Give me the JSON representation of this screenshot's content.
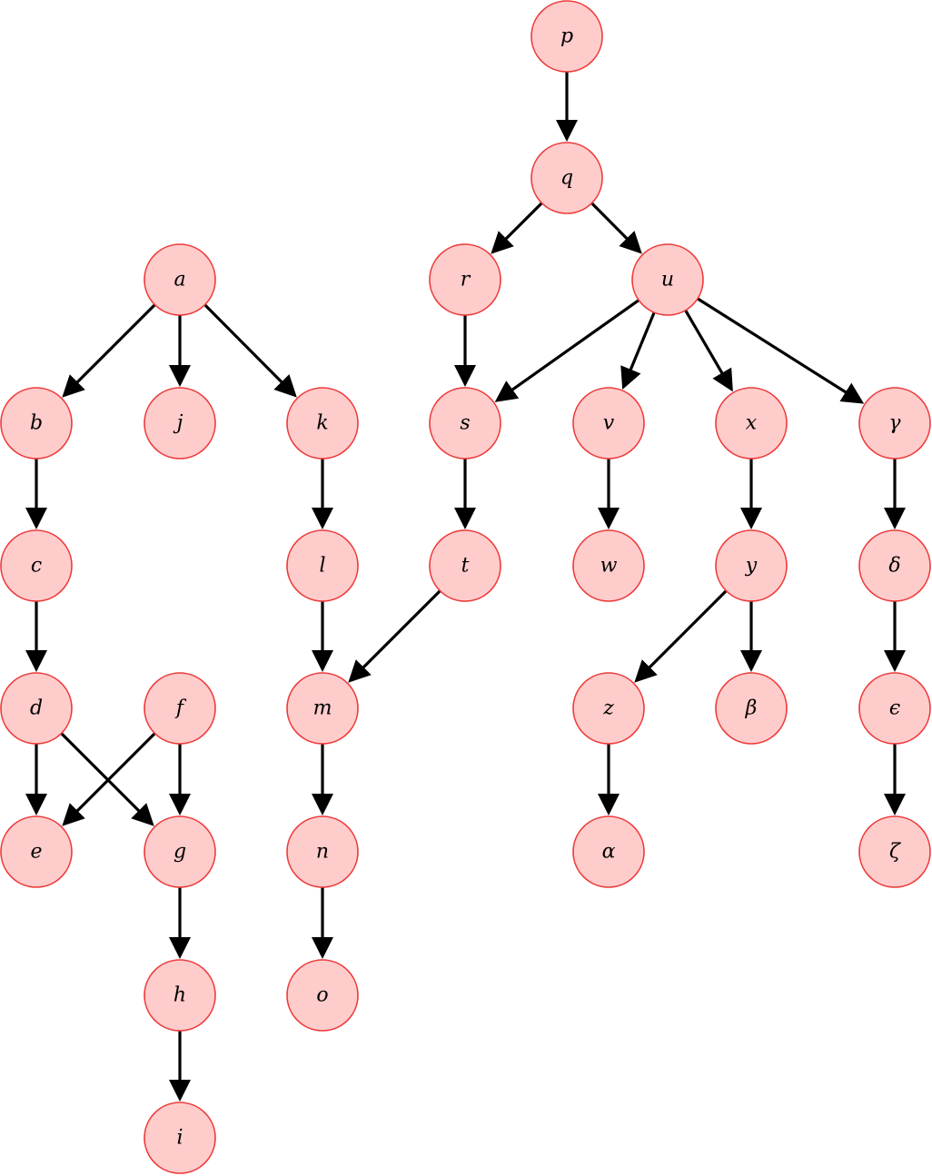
{
  "colors": {
    "node_fill": "#ffcccc",
    "node_stroke": "#ee3a3a",
    "edge": "#000000",
    "background": "#ffffff"
  },
  "nodes": [
    {
      "id": "p",
      "label": "p"
    },
    {
      "id": "q",
      "label": "q"
    },
    {
      "id": "r",
      "label": "r"
    },
    {
      "id": "u",
      "label": "u"
    },
    {
      "id": "a",
      "label": "a"
    },
    {
      "id": "b",
      "label": "b"
    },
    {
      "id": "j",
      "label": "j"
    },
    {
      "id": "k",
      "label": "k"
    },
    {
      "id": "s",
      "label": "s"
    },
    {
      "id": "v",
      "label": "v"
    },
    {
      "id": "x",
      "label": "x"
    },
    {
      "id": "gamma",
      "label": "γ"
    },
    {
      "id": "c",
      "label": "c"
    },
    {
      "id": "l",
      "label": "l"
    },
    {
      "id": "t",
      "label": "t"
    },
    {
      "id": "w",
      "label": "w"
    },
    {
      "id": "y",
      "label": "y"
    },
    {
      "id": "delta",
      "label": "δ"
    },
    {
      "id": "d",
      "label": "d"
    },
    {
      "id": "f",
      "label": "f"
    },
    {
      "id": "m",
      "label": "m"
    },
    {
      "id": "z",
      "label": "z"
    },
    {
      "id": "beta",
      "label": "β"
    },
    {
      "id": "epsilon",
      "label": "ϵ"
    },
    {
      "id": "e",
      "label": "e"
    },
    {
      "id": "g",
      "label": "g"
    },
    {
      "id": "n",
      "label": "n"
    },
    {
      "id": "alpha",
      "label": "α"
    },
    {
      "id": "zeta",
      "label": "ζ"
    },
    {
      "id": "h",
      "label": "h"
    },
    {
      "id": "o",
      "label": "o"
    },
    {
      "id": "i",
      "label": "i"
    }
  ],
  "edges": [
    {
      "from": "p",
      "to": "q"
    },
    {
      "from": "q",
      "to": "r"
    },
    {
      "from": "q",
      "to": "u"
    },
    {
      "from": "r",
      "to": "s"
    },
    {
      "from": "u",
      "to": "s"
    },
    {
      "from": "u",
      "to": "v"
    },
    {
      "from": "u",
      "to": "x"
    },
    {
      "from": "u",
      "to": "gamma"
    },
    {
      "from": "a",
      "to": "b"
    },
    {
      "from": "a",
      "to": "j"
    },
    {
      "from": "a",
      "to": "k"
    },
    {
      "from": "b",
      "to": "c"
    },
    {
      "from": "c",
      "to": "d"
    },
    {
      "from": "d",
      "to": "e"
    },
    {
      "from": "d",
      "to": "g"
    },
    {
      "from": "f",
      "to": "e"
    },
    {
      "from": "f",
      "to": "g"
    },
    {
      "from": "g",
      "to": "h"
    },
    {
      "from": "h",
      "to": "i"
    },
    {
      "from": "k",
      "to": "l"
    },
    {
      "from": "l",
      "to": "m"
    },
    {
      "from": "s",
      "to": "t"
    },
    {
      "from": "t",
      "to": "m"
    },
    {
      "from": "m",
      "to": "n"
    },
    {
      "from": "n",
      "to": "o"
    },
    {
      "from": "v",
      "to": "w"
    },
    {
      "from": "x",
      "to": "y"
    },
    {
      "from": "y",
      "to": "z"
    },
    {
      "from": "y",
      "to": "beta"
    },
    {
      "from": "z",
      "to": "alpha"
    },
    {
      "from": "gamma",
      "to": "delta"
    },
    {
      "from": "delta",
      "to": "epsilon"
    },
    {
      "from": "epsilon",
      "to": "zeta"
    }
  ]
}
